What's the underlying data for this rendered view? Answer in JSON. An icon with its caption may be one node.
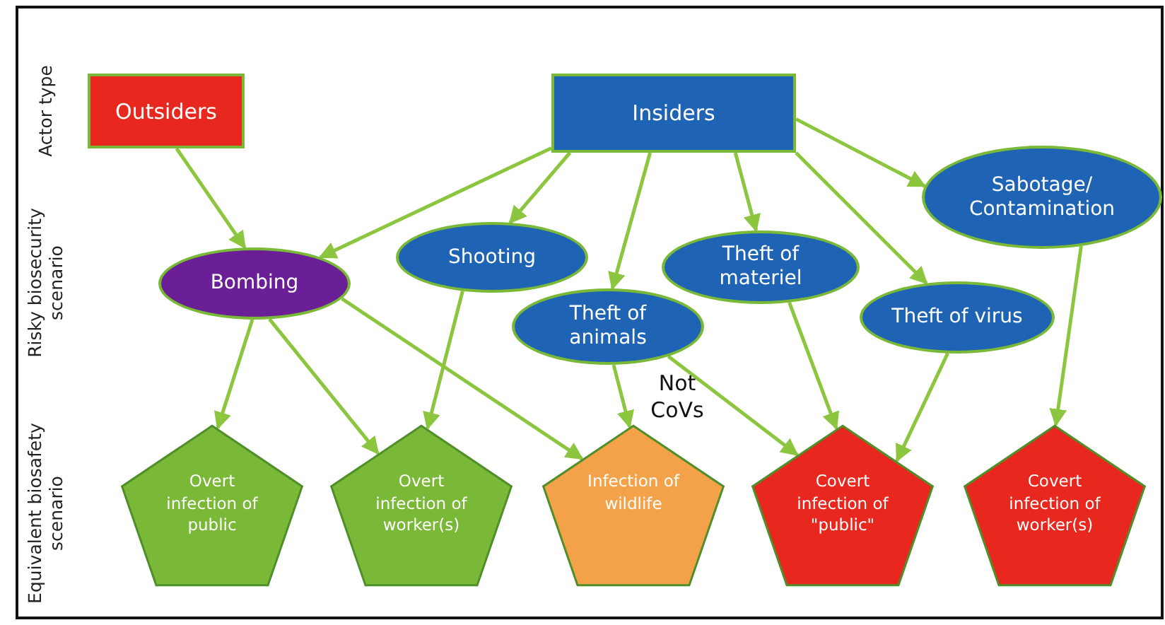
{
  "diagram": {
    "nodes": [
      {
        "text": [
          "Outsiders"
        ]
      },
      {
        "text": [
          "Insiders"
        ]
      },
      {
        "text": [
          "Bombing"
        ]
      },
      {
        "text": [
          "Shooting"
        ]
      },
      {
        "text": [
          "Theft of animals"
        ]
      },
      {
        "text": [
          "Theft of materiel"
        ]
      },
      {
        "text": [
          "Theft of virus"
        ]
      },
      {
        "text": [
          "Sabotage/ Contamination"
        ]
      },
      {
        "text": [
          "Overt infection of public"
        ]
      },
      {
        "text": [
          "Overt infection of worker(s)"
        ]
      },
      {
        "text": [
          "Infection of wildlife"
        ]
      },
      {
        "text": [
          "Covert infection of \"public\""
        ]
      },
      {
        "text": [
          "Covert infection of worker(s)"
        ]
      }
    ],
    "edges": [
      {
        "from": 0,
        "to": 2,
        "arrow": "to"
      },
      {
        "from": 1,
        "to": 2,
        "arrow": "to"
      },
      {
        "from": 1,
        "to": 3,
        "arrow": "to"
      },
      {
        "from": 1,
        "to": 4,
        "arrow": "to"
      },
      {
        "from": 1,
        "to": 5,
        "arrow": "to"
      },
      {
        "from": 1,
        "to": 6,
        "arrow": "to"
      },
      {
        "from": 1,
        "to": 7,
        "arrow": "to"
      },
      {
        "from": 2,
        "to": 8,
        "arrow": "to"
      },
      {
        "from": 2,
        "to": 9,
        "arrow": "to"
      },
      {
        "from": 2,
        "to": 10,
        "arrow": "to"
      },
      {
        "from": 3,
        "to": 9,
        "arrow": "to"
      },
      {
        "from": 4,
        "to": 10,
        "arrow": "to"
      },
      {
        "from": 4,
        "to": 11,
        "arrow": "to"
      },
      {
        "from": 5,
        "to": 11,
        "arrow": "to"
      },
      {
        "from": 6,
        "to": 11,
        "arrow": "to"
      },
      {
        "from": 7,
        "to": 12,
        "arrow": "to"
      }
    ],
    "labels": [
      "Actor type",
      "Risky biosecurity scenario",
      "Equivalent biosafety scenario",
      "Not CoVs"
    ]
  }
}
